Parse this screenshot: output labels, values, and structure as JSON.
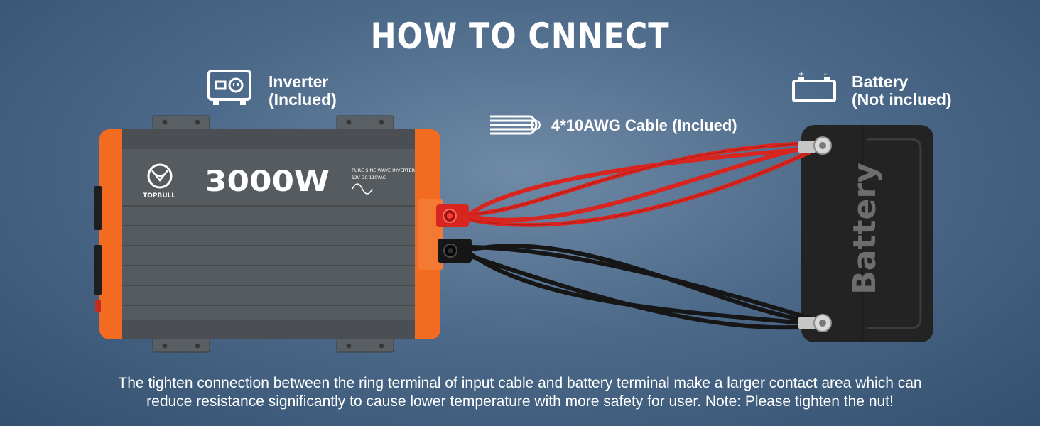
{
  "title": "HOW TO CNNECT",
  "inverter_label": {
    "line1": "Inverter",
    "line2": "(Inclued)"
  },
  "battery_label": {
    "line1": "Battery",
    "line2": "(Not inclued)"
  },
  "cable_label": "4*10AWG Cable (Inclued)",
  "inverter": {
    "brand": "TOPBULL",
    "wattage": "3000W",
    "type_text": "PURE SINE WAVE INVERTER",
    "voltage_text": "12V DC-110VAC"
  },
  "battery": {
    "text": "Battery"
  },
  "caption": {
    "line1": "The tighten connection between the ring terminal of input cable and battery terminal make a larger contact area which can",
    "line2": "reduce resistance significantly to cause lower temperature with more safety for user. Note: Please tighten the nut!"
  },
  "colors": {
    "inverter_orange": "#f26b21",
    "inverter_body": "#555a5e",
    "cable_red": "#d9251f",
    "cable_black": "#161616",
    "battery_body": "#232323"
  },
  "icons": [
    "inverter-icon",
    "battery-icon",
    "cable-icon"
  ]
}
